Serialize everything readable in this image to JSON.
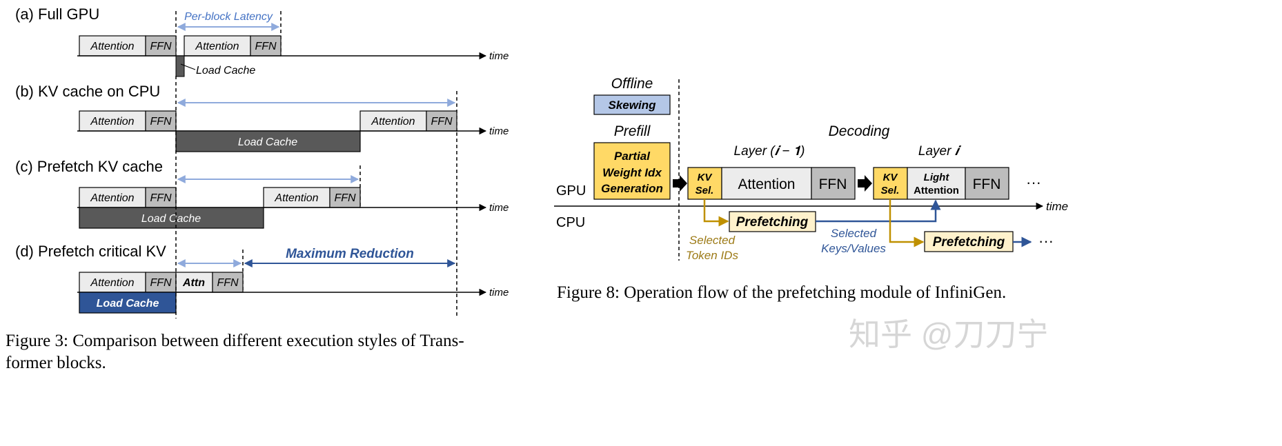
{
  "figure3": {
    "rows": [
      {
        "label": "(a) Full GPU",
        "annotation": "Per-block Latency",
        "note": "Load Cache"
      },
      {
        "label": "(b) KV cache on CPU"
      },
      {
        "label": "(c) Prefetch KV cache"
      },
      {
        "label": "(d) Prefetch critical KV",
        "annotation": "Maximum Reduction"
      }
    ],
    "blocks": {
      "attention": "Attention",
      "ffn": "FFN",
      "attn_short": "Attn",
      "load_cache": "Load Cache"
    },
    "time_label": "time",
    "caption_line1": "Figure 3: Comparison between different execution styles of Trans-",
    "caption_line2": "former blocks."
  },
  "figure8": {
    "offline": "Offline",
    "skewing": "Skewing",
    "prefill": "Prefill",
    "partial_line1": "Partial",
    "partial_line2": "Weight Idx",
    "partial_line3": "Generation",
    "decoding": "Decoding",
    "layer_prev": "Layer (𝒊 − 𝟏)",
    "layer_cur": "Layer 𝒊",
    "gpu": "GPU",
    "cpu": "CPU",
    "kv_line1": "KV",
    "kv_line2": "Sel.",
    "attention": "Attention",
    "ffn": "FFN",
    "light_line1": "Light",
    "light_line2": "Attention",
    "ellipsis": "···",
    "time_label": "time",
    "prefetching": "Prefetching",
    "selected_tokens_line1": "Selected",
    "selected_tokens_line2": "Token IDs",
    "selected_keys_line1": "Selected",
    "selected_keys_line2": "Keys/Values",
    "caption": "Figure 8: Operation flow of the prefetching module of InfiniGen."
  },
  "watermark": "知乎 @刀刀宁",
  "colors": {
    "block_light": "#ececec",
    "block_mid": "#bdbdbd",
    "block_dark": "#595959",
    "block_blue": "#2f5597",
    "arrow_light_blue": "#8faadc",
    "arrow_blue": "#2f5597",
    "yellow": "#ffd966",
    "cream": "#fff2cc",
    "skew_blue": "#b4c7e7",
    "gold": "#bf9000",
    "gold_text": "#9c7a16",
    "blue_text": "#2f5597"
  }
}
